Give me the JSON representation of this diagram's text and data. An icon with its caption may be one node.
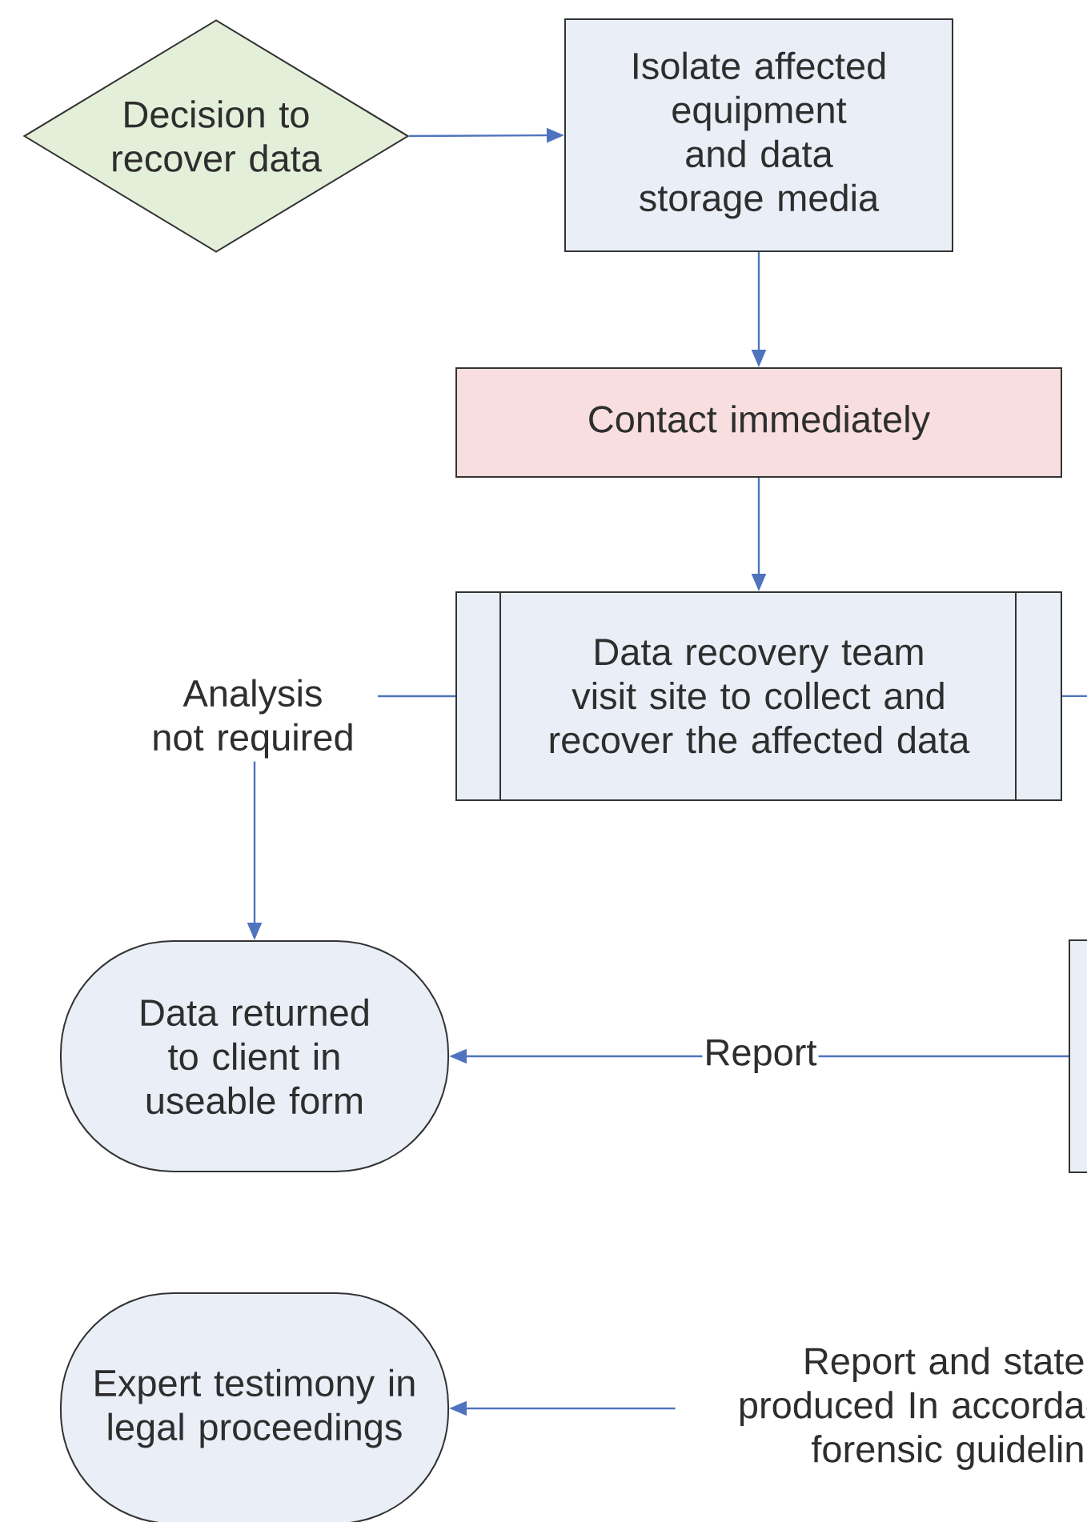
{
  "diagram": {
    "nodes": [
      {
        "text": [
          "Decision to recover data"
        ]
      },
      {
        "text": [
          "Isolate affected equipment and data storage media"
        ]
      },
      {
        "text": [
          "Contact immediately"
        ]
      },
      {
        "text": [
          "Data recovery team visit site to collect and recover the affected data"
        ]
      },
      {
        "text": [
          "Data returned to client in useable form"
        ]
      },
      {
        "text": [],
        "shape": "box"
      },
      {
        "text": [
          "Expert testimony in legal proceedings"
        ]
      }
    ],
    "edges": [
      {
        "from": 0,
        "to": 1,
        "arrow": "to"
      },
      {
        "from": 1,
        "to": 2,
        "arrow": "to"
      },
      {
        "from": 2,
        "to": 3,
        "arrow": "to"
      },
      {
        "from": 3,
        "to": 4,
        "arrow": "to",
        "label": "Analysis not required"
      },
      {
        "from": 3,
        "to": null,
        "arrow": "none"
      },
      {
        "from": 5,
        "to": 4,
        "arrow": "to",
        "label": "Report"
      },
      {
        "from": null,
        "to": 6,
        "arrow": "to",
        "label": "Report and state produced In accorda forensic guidelin"
      }
    ]
  }
}
